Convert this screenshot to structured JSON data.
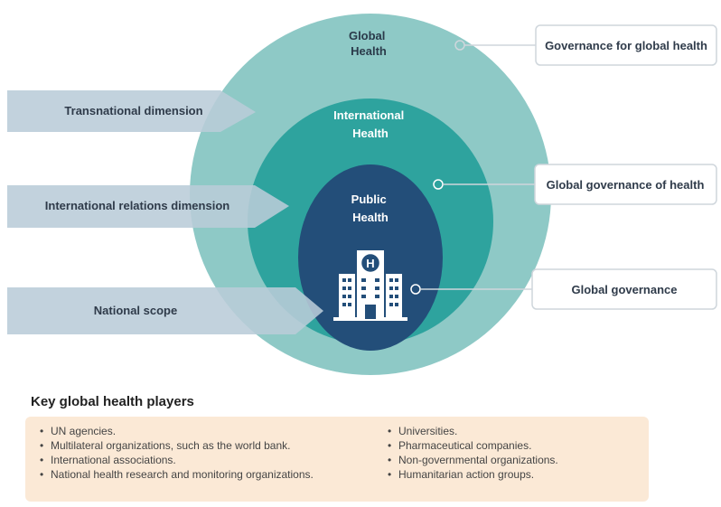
{
  "circles": {
    "global": "Global Health",
    "global_lines": [
      "Global",
      "Health"
    ],
    "international": "International Health",
    "international_lines": [
      "International",
      "Health"
    ],
    "public": "Public Health",
    "public_lines": [
      "Public",
      "Health"
    ]
  },
  "dimensions": [
    {
      "label": "Transnational dimension"
    },
    {
      "label": "International relations dimension"
    },
    {
      "label": "National scope"
    }
  ],
  "governance": [
    {
      "label": "Governance for global health"
    },
    {
      "label": "Global governance of health"
    },
    {
      "label": "Global governance"
    }
  ],
  "hospital_icon": {
    "name": "hospital-icon",
    "letter": "H"
  },
  "players": {
    "title": "Key global health players",
    "left": [
      "UN agencies.",
      "Multilateral organizations, such as the world bank.",
      "International associations.",
      "National health research and monitoring organizations."
    ],
    "right": [
      "Universities.",
      "Pharmaceutical companies.",
      "Non-governmental organizations.",
      "Humanitarian action groups."
    ]
  },
  "colors": {
    "outer_circle": "#8ec9c6",
    "middle_circle": "#2ea39e",
    "inner_circle": "#234e79",
    "arrow_fill": "#b9ccd8",
    "panel_bg": "#fbe9d6"
  }
}
